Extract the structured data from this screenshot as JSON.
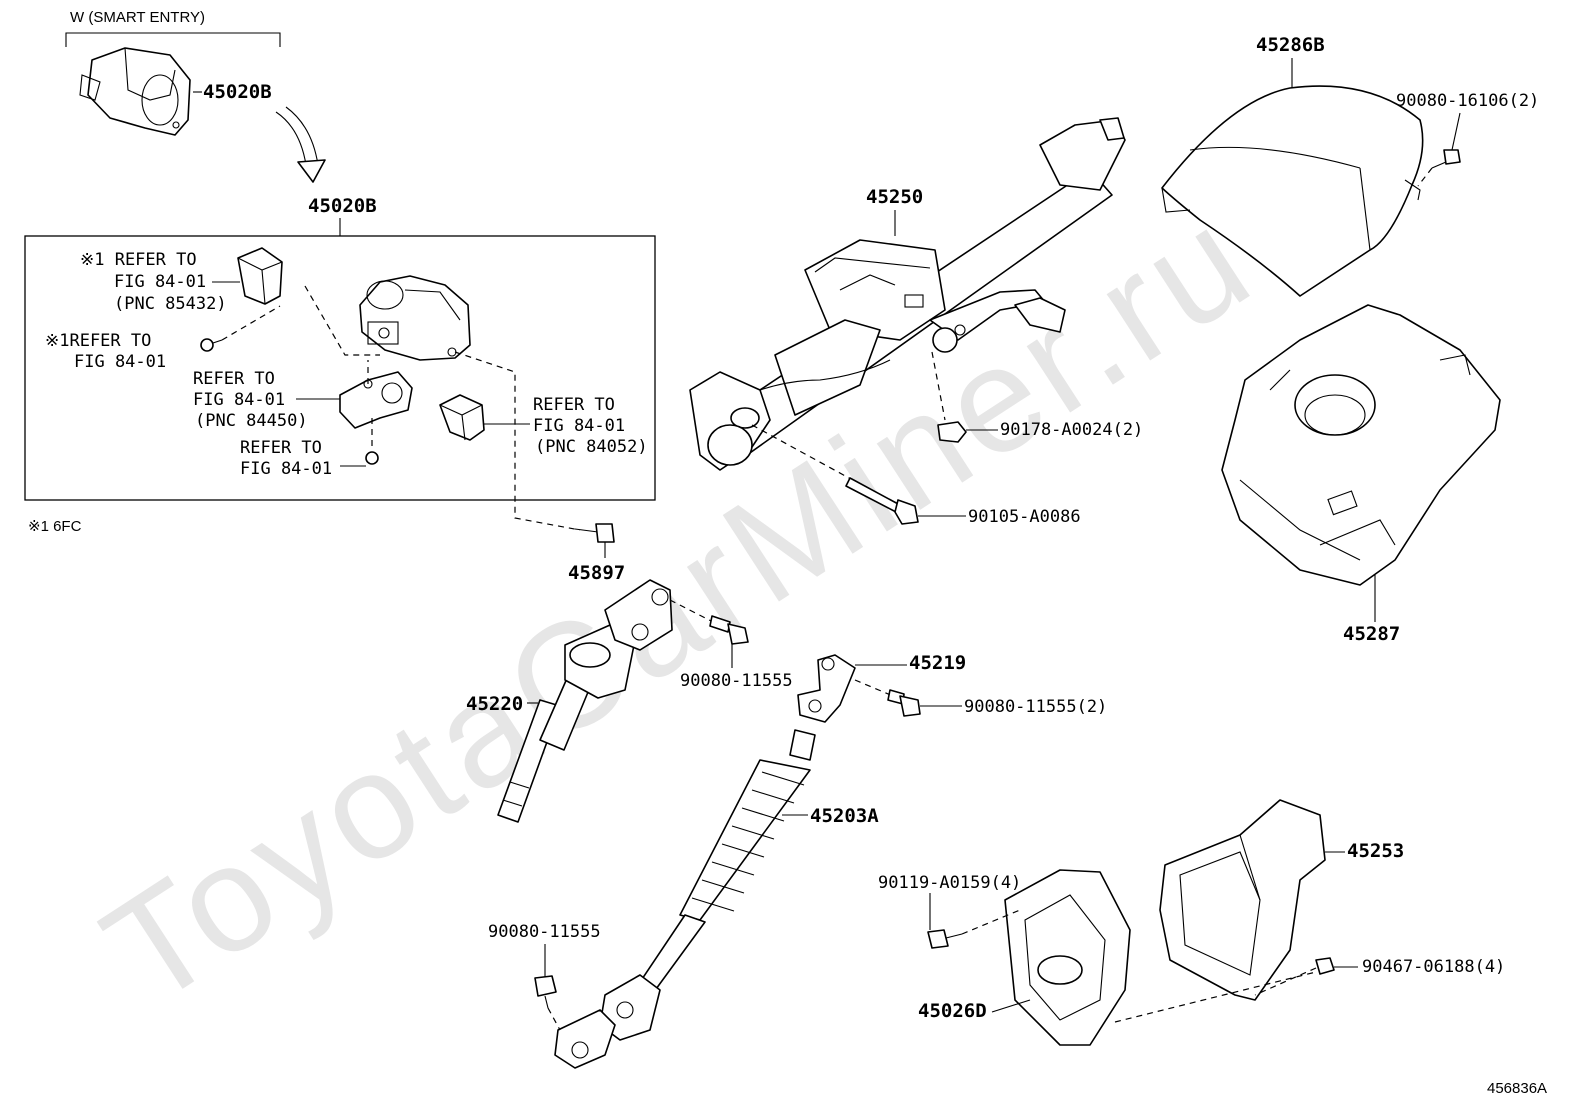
{
  "watermark": "ToyotaCarMiner.ru",
  "figure_id": "456836A",
  "footnote": "※1 6FC",
  "labels": {
    "w_smart_entry": "W (SMART ENTRY)",
    "p45020b_top": "45020B",
    "p45020b_box": "45020B",
    "ref1_line1": "※1 REFER TO",
    "ref1_line2": "FIG 84-01",
    "ref1_line3": "(PNC 85432)",
    "ref2_line1": "※1REFER TO",
    "ref2_line2": "FIG 84-01",
    "ref3_line1": "REFER TO",
    "ref3_line2": "FIG 84-01",
    "ref3_line3": "(PNC 84450)",
    "ref4_line1": "REFER TO",
    "ref4_line2": "FIG 84-01",
    "ref5_line1": "REFER TO",
    "ref5_line2": "FIG 84-01",
    "ref5_line3": "(PNC 84052)",
    "p45897": "45897",
    "p45250": "45250",
    "p90178": "90178-A0024(2)",
    "p90105": "90105-A0086",
    "p45286b": "45286B",
    "p90080_16106": "90080-16106(2)",
    "p45287": "45287",
    "p90080_11555_a": "90080-11555",
    "p45220": "45220",
    "p45219": "45219",
    "p90080_11555_2": "90080-11555(2)",
    "p45203a": "45203A",
    "p45253": "45253",
    "p90119": "90119-A0159(4)",
    "p90080_11555_b": "90080-11555",
    "p90467": "90467-06188(4)",
    "p45026d": "45026D"
  }
}
